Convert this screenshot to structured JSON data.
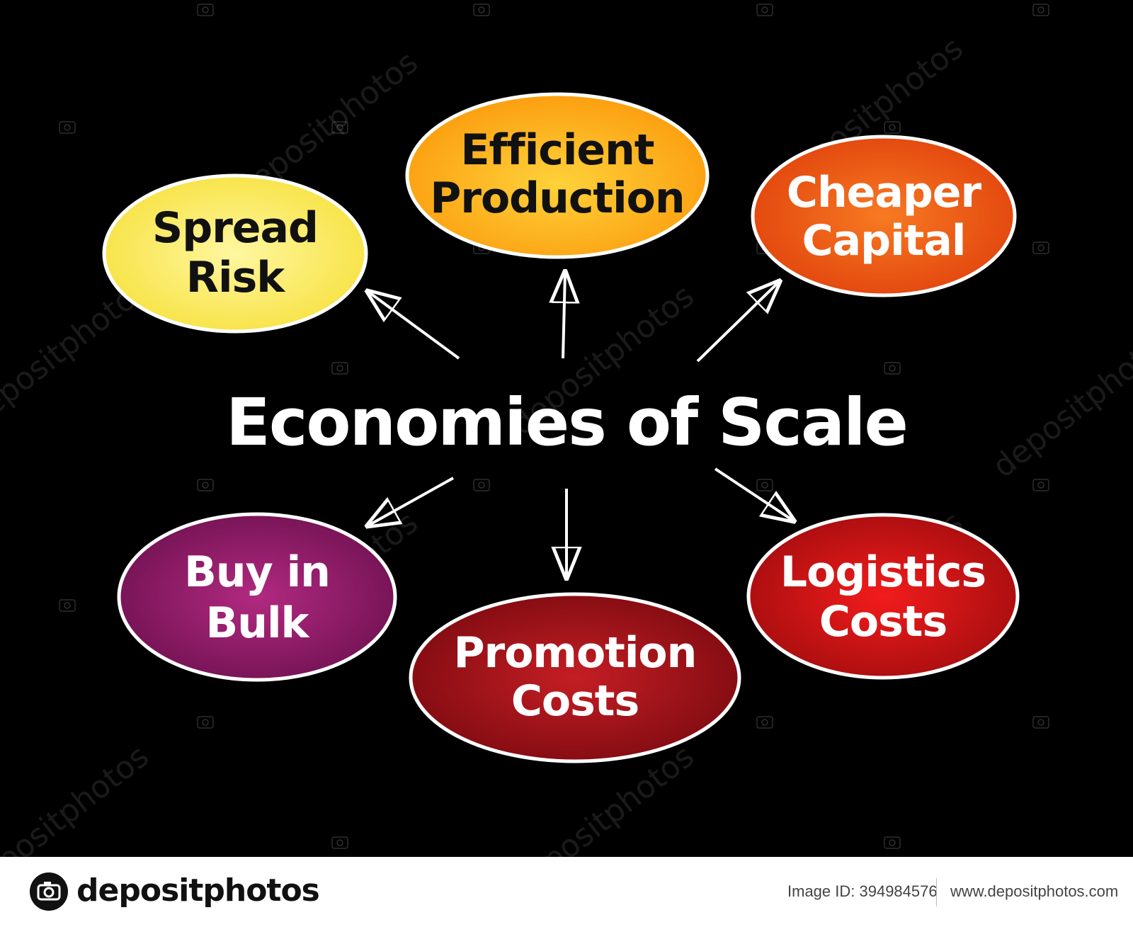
{
  "diagram": {
    "center": {
      "label": "Economies of Scale"
    },
    "nodes": [
      {
        "id": "spread-risk",
        "lines": [
          "Spread",
          "Risk"
        ],
        "color": "#f6e03a"
      },
      {
        "id": "efficient-production",
        "lines": [
          "Efficient",
          "Production"
        ],
        "color": "#fbb10c"
      },
      {
        "id": "cheaper-capital",
        "lines": [
          "Cheaper",
          "Capital"
        ],
        "color": "#f05a14"
      },
      {
        "id": "buy-in-bulk",
        "lines": [
          "Buy in",
          "Bulk"
        ],
        "color": "#8e1c6e"
      },
      {
        "id": "promotion-costs",
        "lines": [
          "Promotion",
          "Costs"
        ],
        "color": "#a8141e"
      },
      {
        "id": "logistics-costs",
        "lines": [
          "Logistics",
          "Costs"
        ],
        "color": "#d31416"
      }
    ]
  },
  "watermark": {
    "text": "depositphotos"
  },
  "footer": {
    "brand": "depositphotos",
    "image_id": "Image ID: 394984576",
    "url": "www.depositphotos.com"
  }
}
